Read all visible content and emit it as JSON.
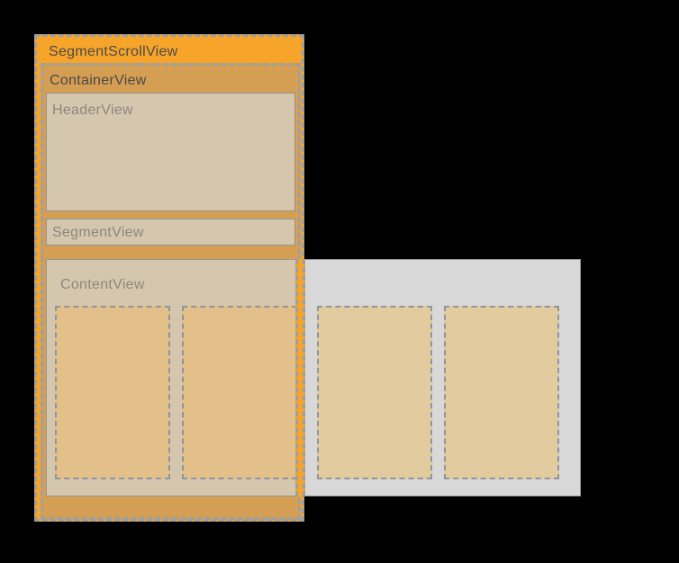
{
  "canvas": {
    "background_color": "#000000"
  },
  "diagram": {
    "type": "view-hierarchy-illustration",
    "views": {
      "segment_scroll_view": {
        "label": "SegmentScrollView",
        "fill": "#F7A52A",
        "border_color": "#99A0A8",
        "border_style": "dashed",
        "label_color": "#4A4A4A"
      },
      "container_view": {
        "label": "ContainerView",
        "fill": "#D49E53",
        "border_color": "#99A0A8",
        "border_style": "dashed",
        "label_color": "#4A4A4A"
      },
      "header_view": {
        "label": "HeaderView",
        "fill": "#D4C7AE",
        "border_color": "#97948E",
        "border_style": "solid",
        "label_color": "#8D877B"
      },
      "segment_view": {
        "label": "SegmentView",
        "fill": "#D4C7AE",
        "border_color": "#97948E",
        "border_style": "solid",
        "label_color": "#8D877B"
      },
      "content_view": {
        "label": "ContentView",
        "fill_outside_container": "#D8D8D8",
        "fill_inside_container": "#D4C7AE",
        "border_color": "#979797",
        "border_style": "solid",
        "label_color": "#8D877B",
        "cells": {
          "count": 4,
          "fill_inside_container": "#E3C089",
          "fill_outside_container": "#E2CC9F",
          "border_color": "#8E959D",
          "border_style": "dashed"
        }
      }
    }
  }
}
